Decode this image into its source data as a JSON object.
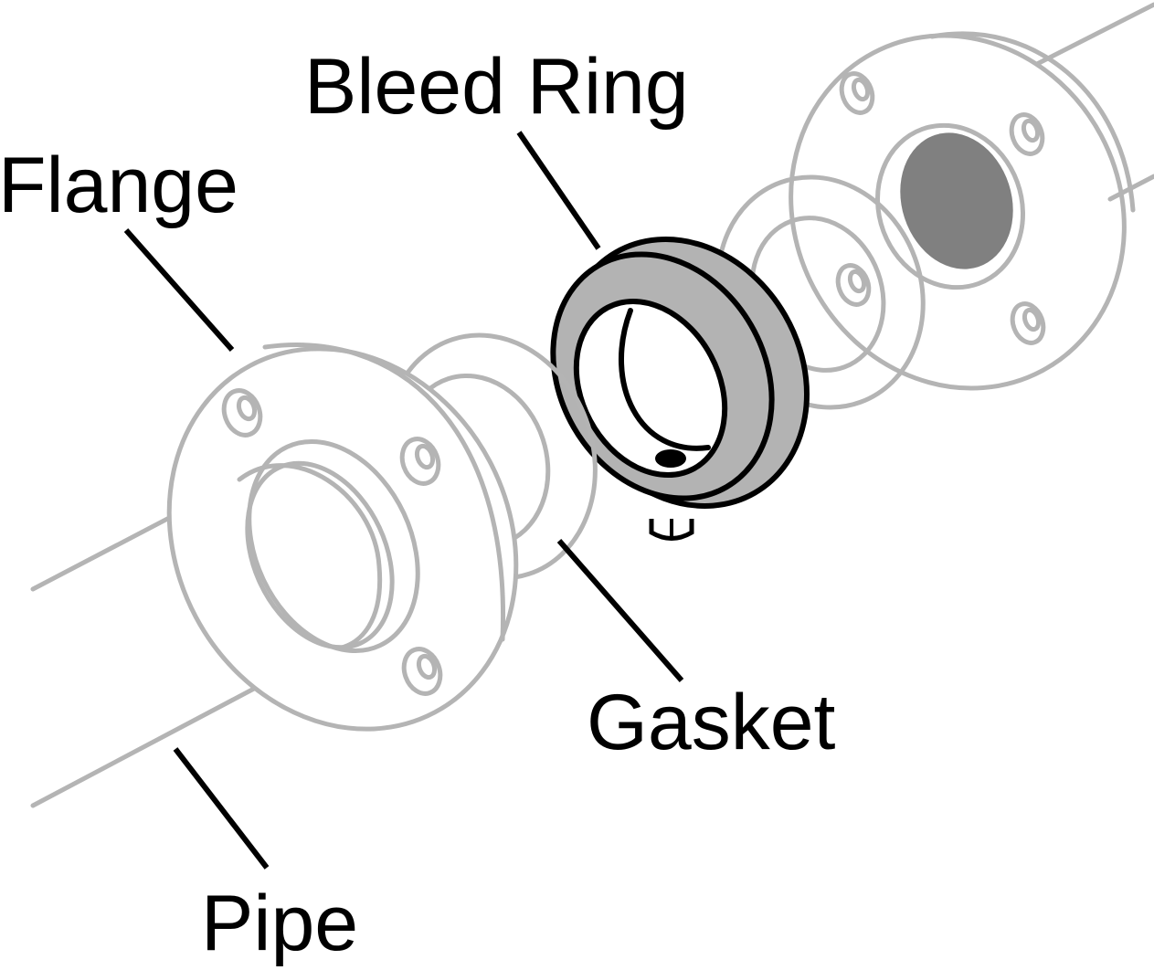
{
  "labels": {
    "bleed_ring": "Bleed Ring",
    "flange": "Flange",
    "gasket": "Gasket",
    "pipe": "Pipe"
  },
  "colors": {
    "outline_gray": "#b4b4b4",
    "ring_fill": "#b3b3b3",
    "bore_dark": "#808080",
    "leader": "#000000"
  }
}
